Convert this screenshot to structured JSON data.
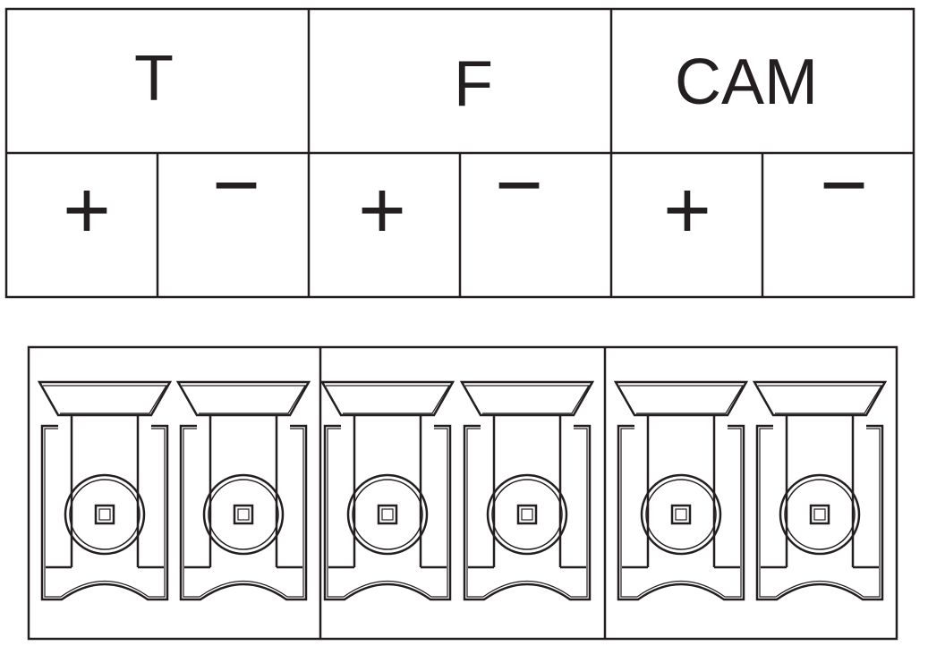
{
  "groups": [
    {
      "label": "T",
      "polarities": [
        "+",
        "−"
      ]
    },
    {
      "label": "F",
      "polarities": [
        "+",
        "−"
      ]
    },
    {
      "label": "CAM",
      "polarities": [
        "+",
        "−"
      ]
    }
  ],
  "colors": {
    "line": "#231f20",
    "background": "#ffffff"
  }
}
